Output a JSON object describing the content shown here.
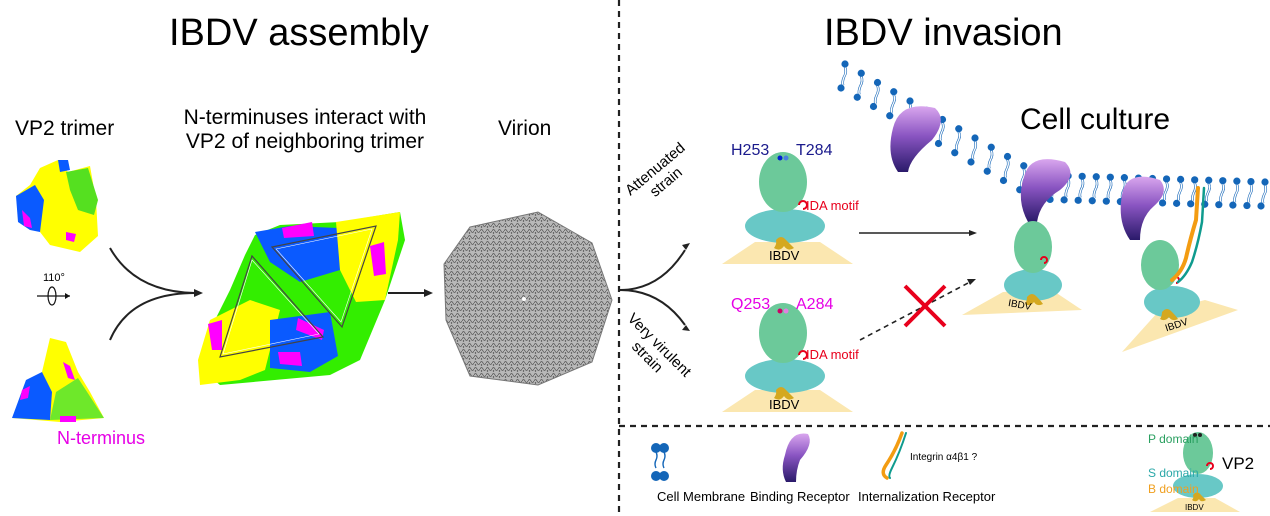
{
  "left_panel": {
    "title": "IBDV assembly",
    "steps": {
      "trimer_label": "VP2 trimer",
      "interaction_label_line1": "N-terminuses interact with",
      "interaction_label_line2": "VP2 of neighboring trimer",
      "virion_label": "Virion"
    },
    "rotation_label": "110°",
    "n_terminus_label": "N-terminus",
    "colors": {
      "yellow": "#ffff00",
      "blue": "#0a5aff",
      "green": "#33ee00",
      "magenta": "#ff00ff",
      "virion_gray": "#8c8c8c"
    }
  },
  "right_panel": {
    "title": "IBDV invasion",
    "cell_culture_label": "Cell culture",
    "attenuated": {
      "branch_label_line1": "Attenuated",
      "branch_label_line2": "strain",
      "residue_1": "H253",
      "residue_2": "T284",
      "motif_label": "IDA motif",
      "base_label": "IBDV"
    },
    "very_virulent": {
      "branch_label_line1": "Very virulent",
      "branch_label_line2": "strain",
      "residue_1": "Q253",
      "residue_2": "A284",
      "motif_label": "IDA motif",
      "base_label": "IBDV"
    },
    "bound_virus_labels": [
      "IBDV",
      "IBDV"
    ],
    "blocked_symbol": "✕",
    "colors": {
      "p_domain": "#6cc99a",
      "s_domain": "#5ec8c4",
      "b_domain": "#d4a820",
      "ida_motif": "#e8001c",
      "membrane_blue": "#1466b8",
      "receptor_purple": "#6a3aa8",
      "base_yellow": "#fbe7b0"
    }
  },
  "legend": {
    "items": [
      {
        "label": "Cell Membrane"
      },
      {
        "label": "Binding Receptor"
      },
      {
        "label": "Internalization Receptor"
      }
    ],
    "integrin_label": "Integrin α4β1 ?",
    "vp2": {
      "title": "VP2",
      "p_domain": "P domain",
      "s_domain": "S domain",
      "b_domain": "B domain",
      "base_label": "IBDV"
    }
  }
}
